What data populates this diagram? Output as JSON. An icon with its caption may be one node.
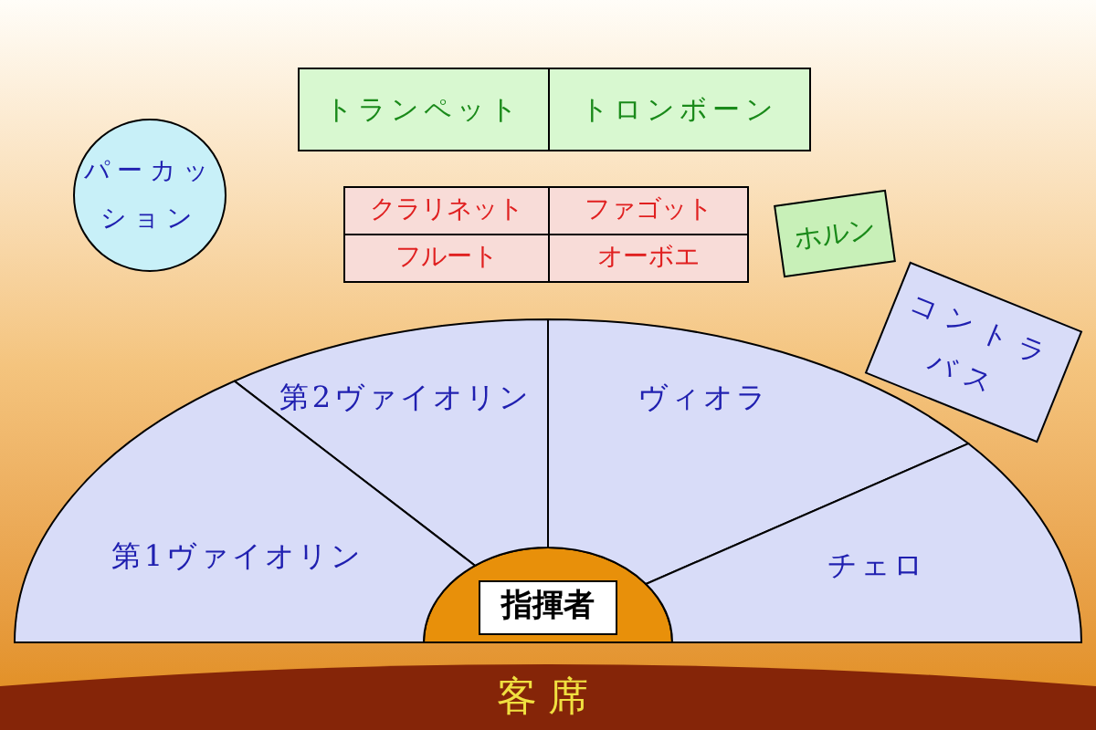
{
  "diagram": {
    "nodes": [
      {
        "text": [
          "トランペット"
        ]
      },
      {
        "text": [
          "トロンボーン"
        ]
      },
      {
        "text": [
          "パーカッション"
        ]
      },
      {
        "text": [
          "クラリネット"
        ]
      },
      {
        "text": [
          "ファゴット"
        ]
      },
      {
        "text": [
          "フルート"
        ]
      },
      {
        "text": [
          "オーボエ"
        ]
      },
      {
        "text": [
          "ホルン"
        ]
      },
      {
        "text": [
          "コントラバス"
        ]
      },
      {
        "text": [
          "第2ヴァイオリン"
        ]
      },
      {
        "text": [
          "ヴィオラ"
        ]
      },
      {
        "text": [
          "第1ヴァイオリン"
        ]
      },
      {
        "text": [
          "チェロ"
        ]
      },
      {
        "text": [
          "指揮者"
        ]
      },
      {
        "text": [
          "客席"
        ]
      }
    ]
  }
}
